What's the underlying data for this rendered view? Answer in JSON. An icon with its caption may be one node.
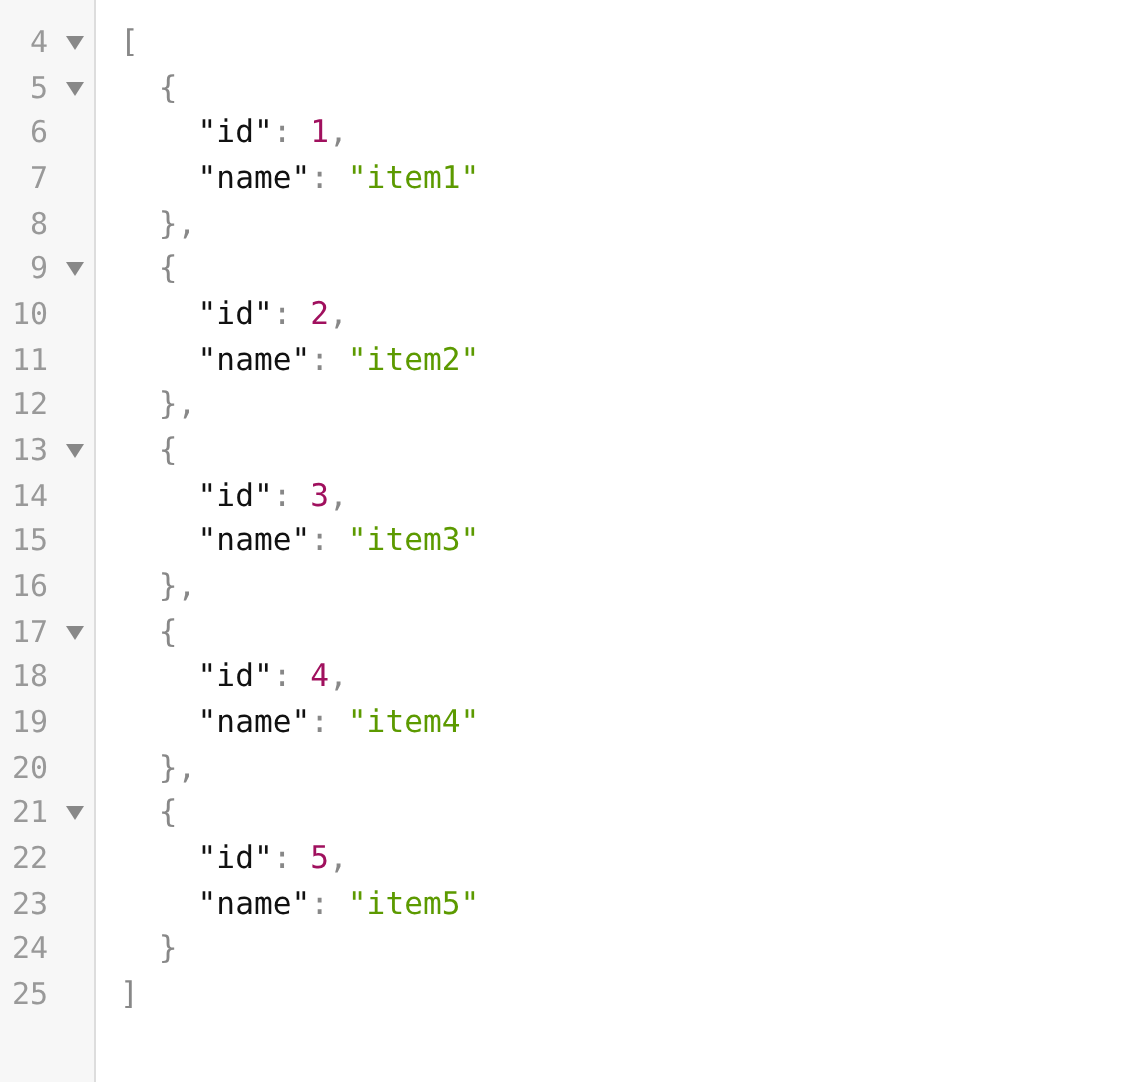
{
  "diagram": {
    "labels": [
      "4",
      "[",
      "5",
      "{",
      "6",
      "\"id\": 1,",
      "7",
      "\"name\": \"item1\"",
      "8",
      "},",
      "9",
      "{",
      "10",
      "\"id\": 2,",
      "11",
      "\"name\": \"item2\"",
      "12",
      "},",
      "13",
      "{",
      "14",
      "\"id\": 3,",
      "15",
      "\"name\": \"item3\"",
      "16",
      "},",
      "17",
      "{",
      "18",
      "\"id\": 4,",
      "19",
      "\"name\": \"item4\"",
      "20",
      "},",
      "21",
      "{",
      "22",
      "\"id\": 5,",
      "23",
      "\"name\": \"item5\"",
      "24",
      "}",
      "25",
      "]"
    ]
  }
}
